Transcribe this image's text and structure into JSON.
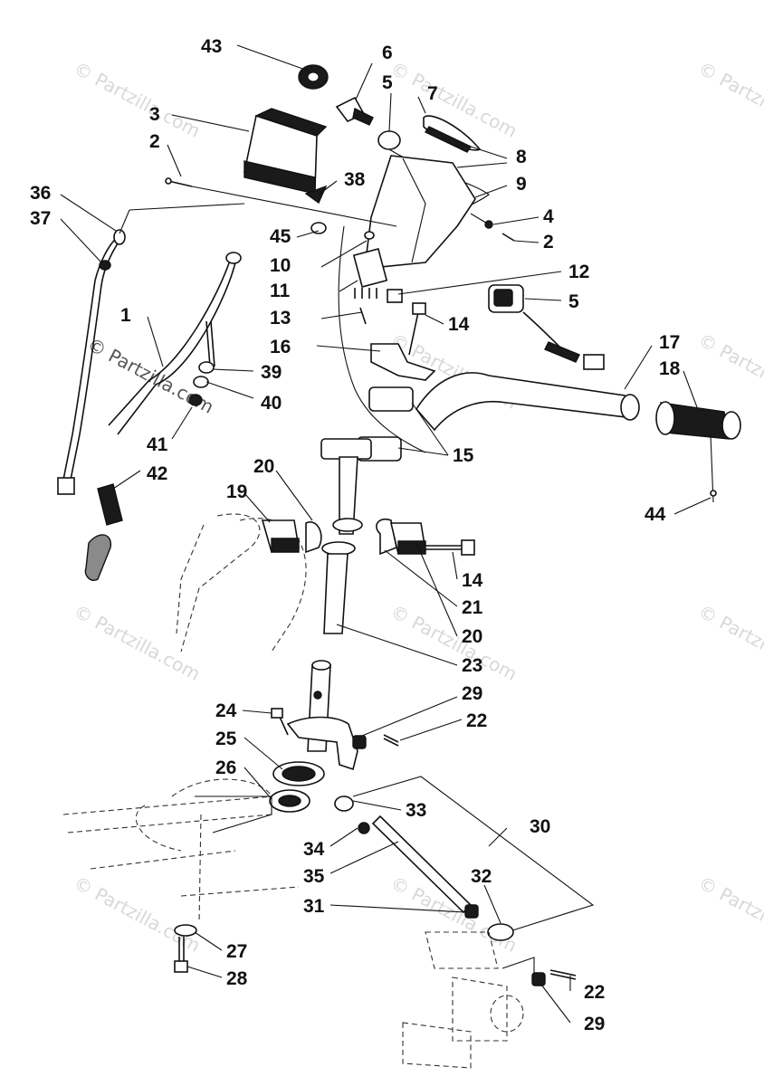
{
  "watermark": "© Partzilla.com",
  "callouts": [
    "43",
    "6",
    "5",
    "7",
    "8",
    "9",
    "3",
    "2",
    "38",
    "36",
    "37",
    "45",
    "4",
    "2",
    "10",
    "12",
    "11",
    "5",
    "1",
    "13",
    "14",
    "16",
    "17",
    "18",
    "39",
    "40",
    "41",
    "15",
    "42",
    "20",
    "19",
    "44",
    "14",
    "21",
    "20",
    "23",
    "29",
    "24",
    "22",
    "25",
    "26",
    "33",
    "30",
    "34",
    "35",
    "32",
    "31",
    "27",
    "22",
    "28",
    "29"
  ]
}
